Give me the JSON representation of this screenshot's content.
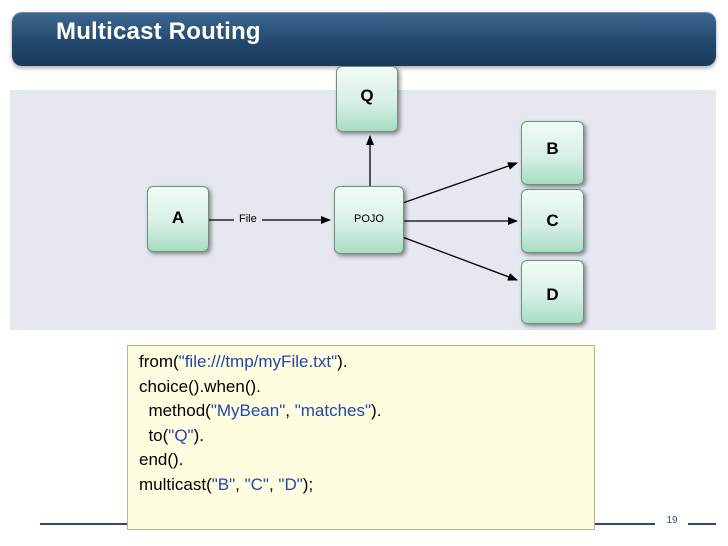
{
  "slide": {
    "title": "Multicast Routing",
    "page_number": "19"
  },
  "diagram": {
    "nodes": {
      "a": "A",
      "pojo": "POJO",
      "q": "Q",
      "b": "B",
      "c": "C",
      "d": "D"
    },
    "edge_label": "File"
  },
  "code": {
    "lines": [
      [
        {
          "t": "from("
        },
        {
          "t": "\"file:///tmp/myFile.txt\"",
          "s": 1
        },
        {
          "t": ")."
        }
      ],
      [
        {
          "t": "choice().when()."
        }
      ],
      [
        {
          "t": "  method("
        },
        {
          "t": "\"MyBean\"",
          "s": 1
        },
        {
          "t": ", "
        },
        {
          "t": "\"matches\"",
          "s": 1
        },
        {
          "t": ")."
        }
      ],
      [
        {
          "t": "  to("
        },
        {
          "t": "\"Q\"",
          "s": 1
        },
        {
          "t": ")."
        }
      ],
      [
        {
          "t": "end()."
        }
      ],
      [
        {
          "t": "multicast("
        },
        {
          "t": "\"B\"",
          "s": 1
        },
        {
          "t": ", "
        },
        {
          "t": "\"C\"",
          "s": 1
        },
        {
          "t": ", "
        },
        {
          "t": "\"D\"",
          "s": 1
        },
        {
          "t": ");"
        }
      ]
    ]
  },
  "colors": {
    "title_bar": "#23486d",
    "node_fill": "#d8f0e4",
    "string_literal": "#2347a8",
    "code_bg": "#fffde0"
  }
}
